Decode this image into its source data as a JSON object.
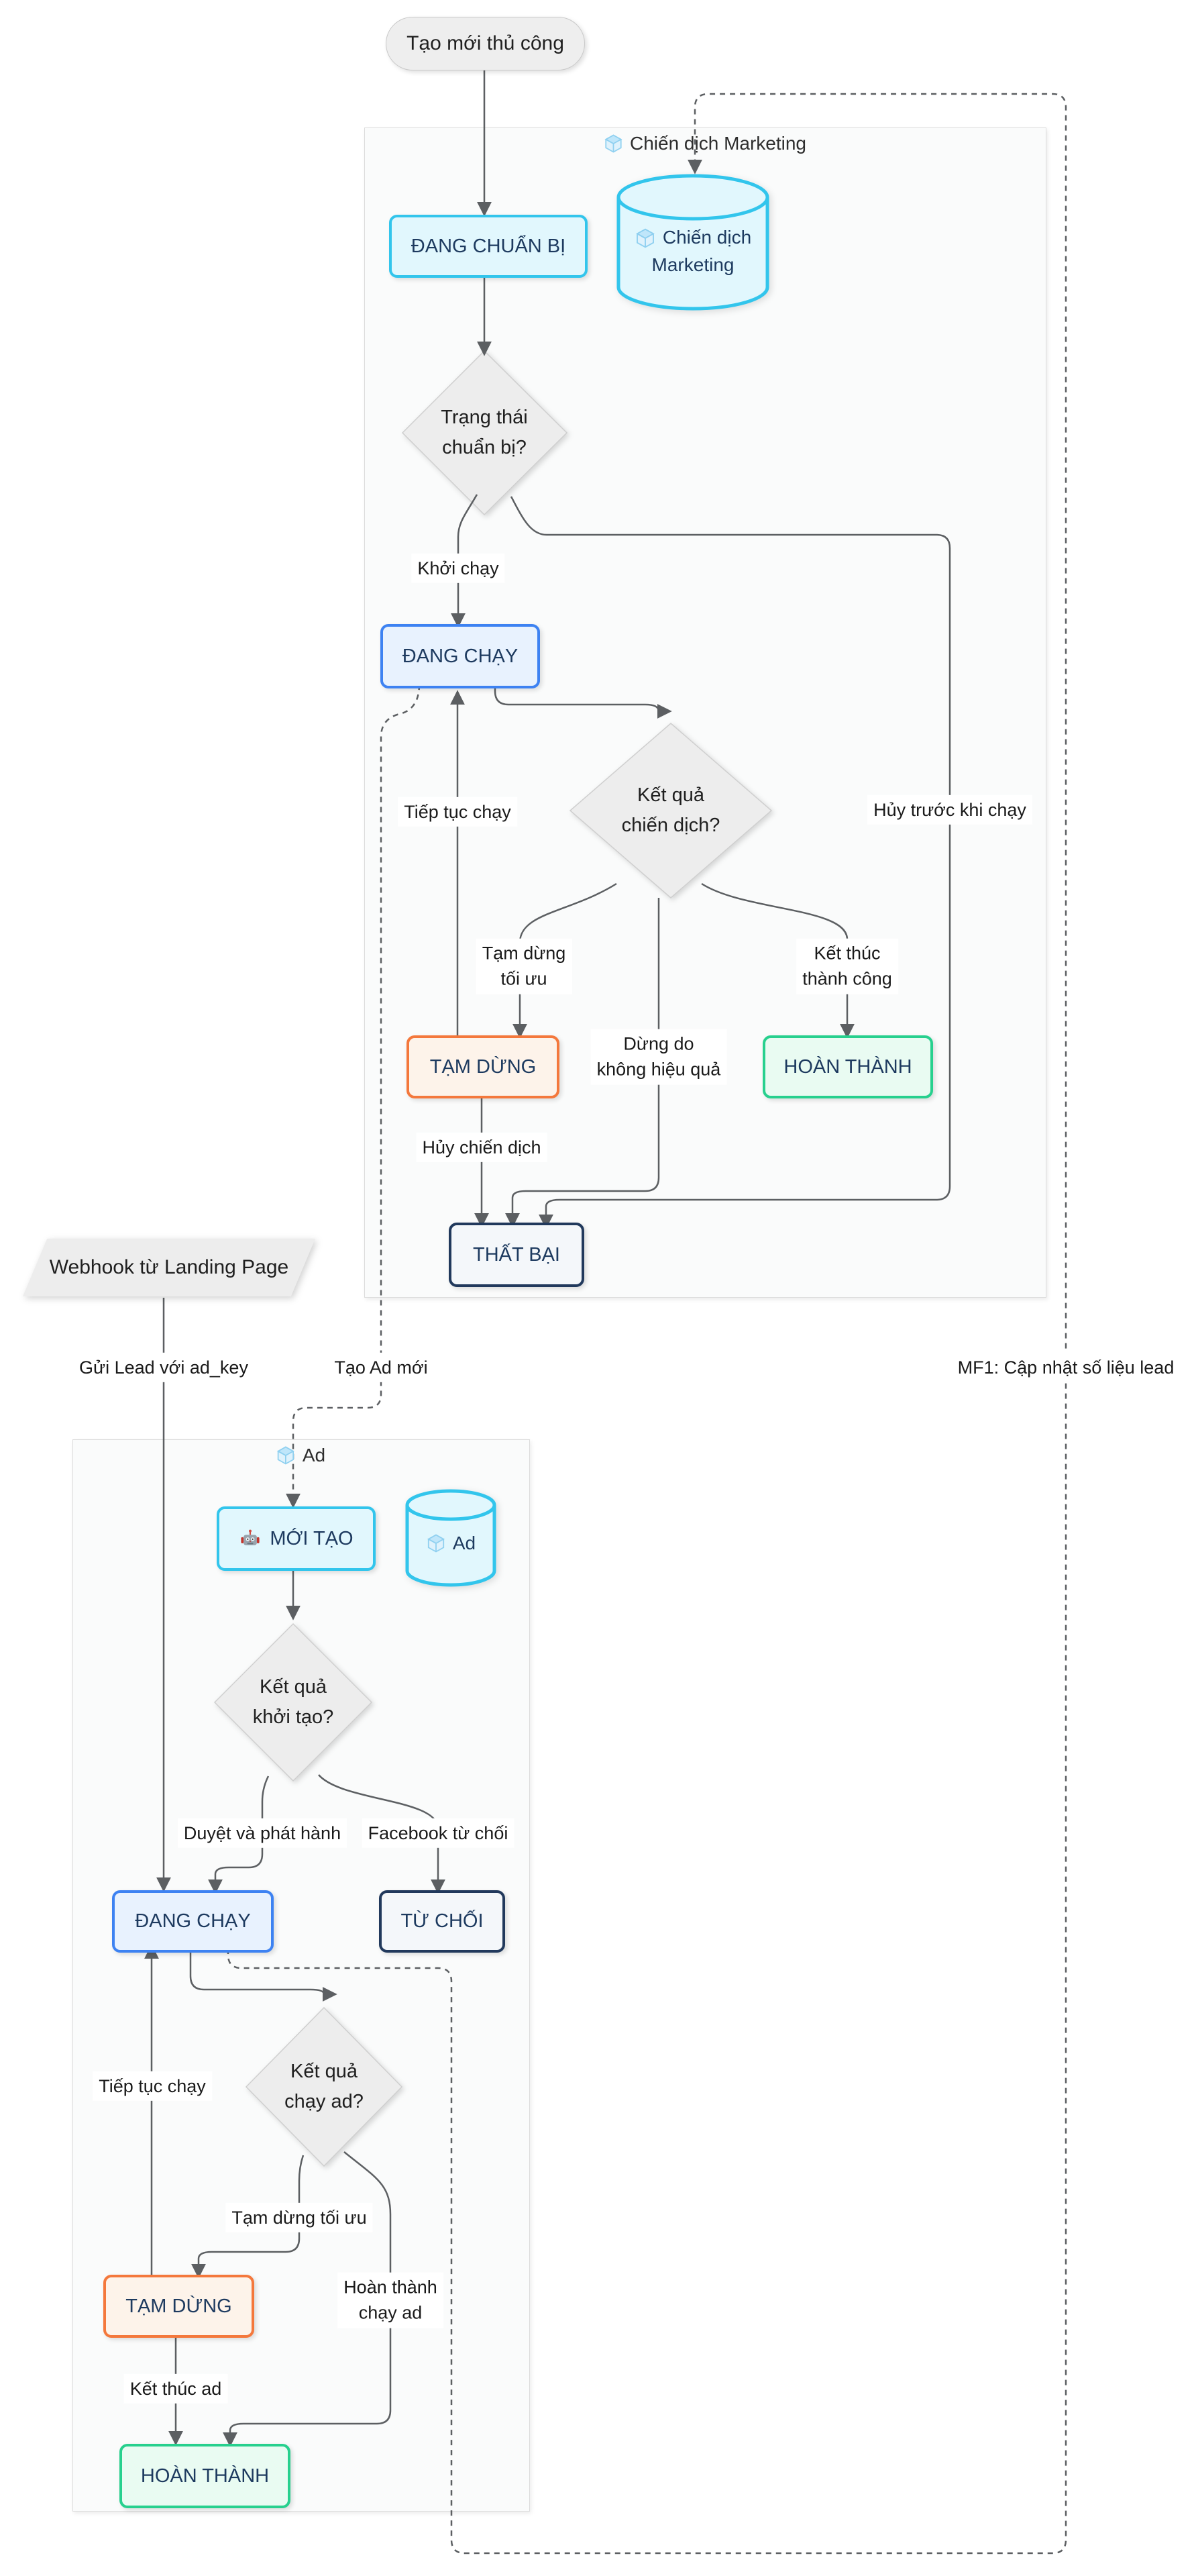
{
  "colors": {
    "edge": "#5c5f62",
    "cyan_border": "#32c5ec",
    "cyan_fill": "#e1f7fd",
    "blue_border": "#3d82f2",
    "blue_fill": "#e8f2fe",
    "orange_border": "#f4783c",
    "orange_fill": "#fdf3ea",
    "green_border": "#27d08e",
    "green_fill": "#e9fbf2",
    "dark_border": "#21395c",
    "dark_fill": "#f4f7fa",
    "state_text": "#1d3a5f",
    "gray_fill": "#eeeeee"
  },
  "start_node": {
    "label": "Tạo mới thủ công"
  },
  "webhook_node": {
    "label": "Webhook từ Landing Page"
  },
  "subgraphs": {
    "campaign": {
      "label": "Chiến dịch Marketing",
      "icon": "cube-icon"
    },
    "ad": {
      "label": "Ad",
      "icon": "cube-icon"
    }
  },
  "databases": {
    "campaign_db": {
      "lines": [
        "Chiến dịch",
        "Marketing"
      ],
      "icon": "cube-icon"
    },
    "ad_db": {
      "label": "Ad",
      "icon": "cube-icon"
    }
  },
  "states": {
    "preparing": "ĐANG CHUẨN BỊ",
    "running_campaign": "ĐANG CHẠY",
    "paused_campaign": "TẠM DỪNG",
    "completed_campaign": "HOÀN THÀNH",
    "failed_campaign": "THẤT BẠI",
    "ad_created": "MỚI TẠO",
    "running_ad": "ĐANG CHẠY",
    "rejected_ad": "TỪ CHỐI",
    "paused_ad": "TẠM DỪNG",
    "completed_ad": "HOÀN THÀNH"
  },
  "decisions": {
    "prep_status": [
      "Trạng thái",
      "chuẩn bị?"
    ],
    "campaign_result": [
      "Kết quả",
      "chiến dịch?"
    ],
    "ad_init_result": [
      "Kết quả",
      "khởi tạo?"
    ],
    "ad_run_result": [
      "Kết quả",
      "chạy ad?"
    ]
  },
  "edge_labels": {
    "khoi_chay": "Khởi chạy",
    "tiep_tuc_chay_campaign": "Tiếp tục chạy",
    "huy_truoc_khi_chay": "Hủy trước khi chạy",
    "tam_dung_toi_uu_campaign": [
      "Tạm dừng",
      "tối ưu"
    ],
    "ket_thuc_thanh_cong": [
      "Kết thúc",
      "thành công"
    ],
    "dung_do_khong_hieu_qua": [
      "Dừng do",
      "không hiệu quả"
    ],
    "huy_chien_dich": "Hủy chiến dịch",
    "gui_lead_voi_ad_key": "Gửi Lead với ad_key",
    "tao_ad_moi": "Tạo Ad mới",
    "mf1_cap_nhat_so_lieu_lead": "MF1: Cập nhật số liệu lead",
    "duyet_va_phat_hanh": "Duyệt và phát hành",
    "facebook_tu_choi": "Facebook từ chối",
    "tiep_tuc_chay_ad": "Tiếp tục chạy",
    "tam_dung_toi_uu_ad": "Tạm dừng tối ưu",
    "hoan_thanh_chay_ad": [
      "Hoàn thành",
      "chạy ad"
    ],
    "ket_thuc_ad": "Kết thúc ad"
  }
}
